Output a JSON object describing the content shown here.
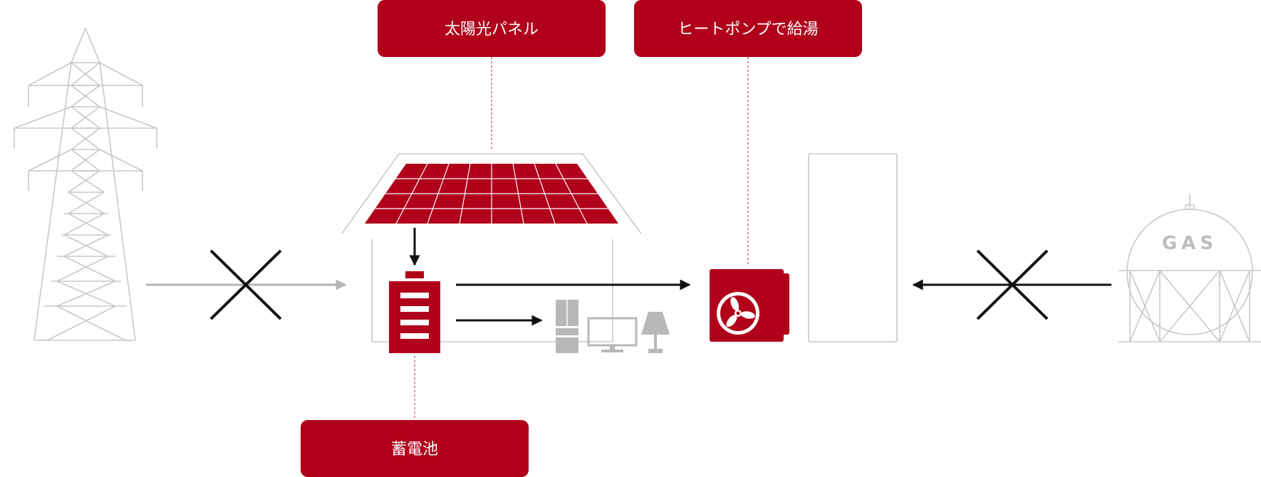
{
  "labels": {
    "solar_panel": "太陽光パネル",
    "heat_pump": "ヒートポンプで給湯",
    "battery": "蓄電池"
  },
  "gas_tank": {
    "text": "GAS"
  },
  "icons": {
    "power_tower": "transmission-tower-icon",
    "house": "house-outline-icon",
    "solar": "solar-panel-icon",
    "battery": "battery-icon",
    "appliances": [
      "refrigerator-icon",
      "monitor-icon",
      "lamp-icon"
    ],
    "heat_pump_unit": "heat-pump-fan-icon",
    "water_tank": "water-heater-tank-icon",
    "gas_tank": "gas-holder-icon",
    "blocked": "cross-icon"
  },
  "colors": {
    "accent": "#b0001a",
    "arrow": "#111111",
    "outline": "#c8c8c8",
    "appliance": "#b8b8b8"
  }
}
